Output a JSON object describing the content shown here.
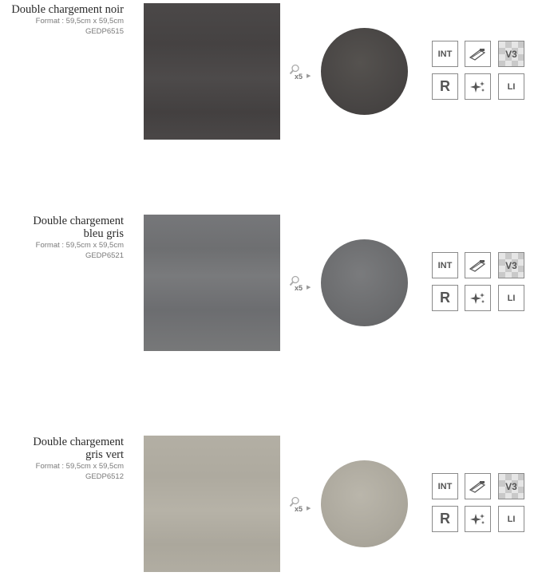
{
  "products": [
    {
      "name_lines": [
        "Double chargement noir"
      ],
      "format": "Format : 59,5cm x 59,5cm",
      "code": "GEDP6515",
      "zoom_label": "x5",
      "tile_color": "#4a4747",
      "tile_color_light": "#5a5757",
      "badges": [
        "INT",
        "V3",
        "R",
        "LI"
      ]
    },
    {
      "name_lines": [
        "Double chargement",
        "bleu gris"
      ],
      "format": "Format : 59,5cm x 59,5cm",
      "code": "GEDP6521",
      "zoom_label": "x5",
      "tile_color": "#727374",
      "tile_color_light": "#85878a",
      "badges": [
        "INT",
        "V3",
        "R",
        "LI"
      ]
    },
    {
      "name_lines": [
        "Double chargement",
        "gris vert"
      ],
      "format": "Format : 59,5cm x 59,5cm",
      "code": "GEDP6512",
      "zoom_label": "x5",
      "tile_color": "#b1ada2",
      "tile_color_light": "#c3bfb4",
      "badges": [
        "INT",
        "V3",
        "R",
        "LI"
      ]
    }
  ],
  "icon_names": {
    "zoom": "magnifier-icon",
    "polish": "polishing-tool-icon",
    "sparkle": "sparkle-icon"
  }
}
